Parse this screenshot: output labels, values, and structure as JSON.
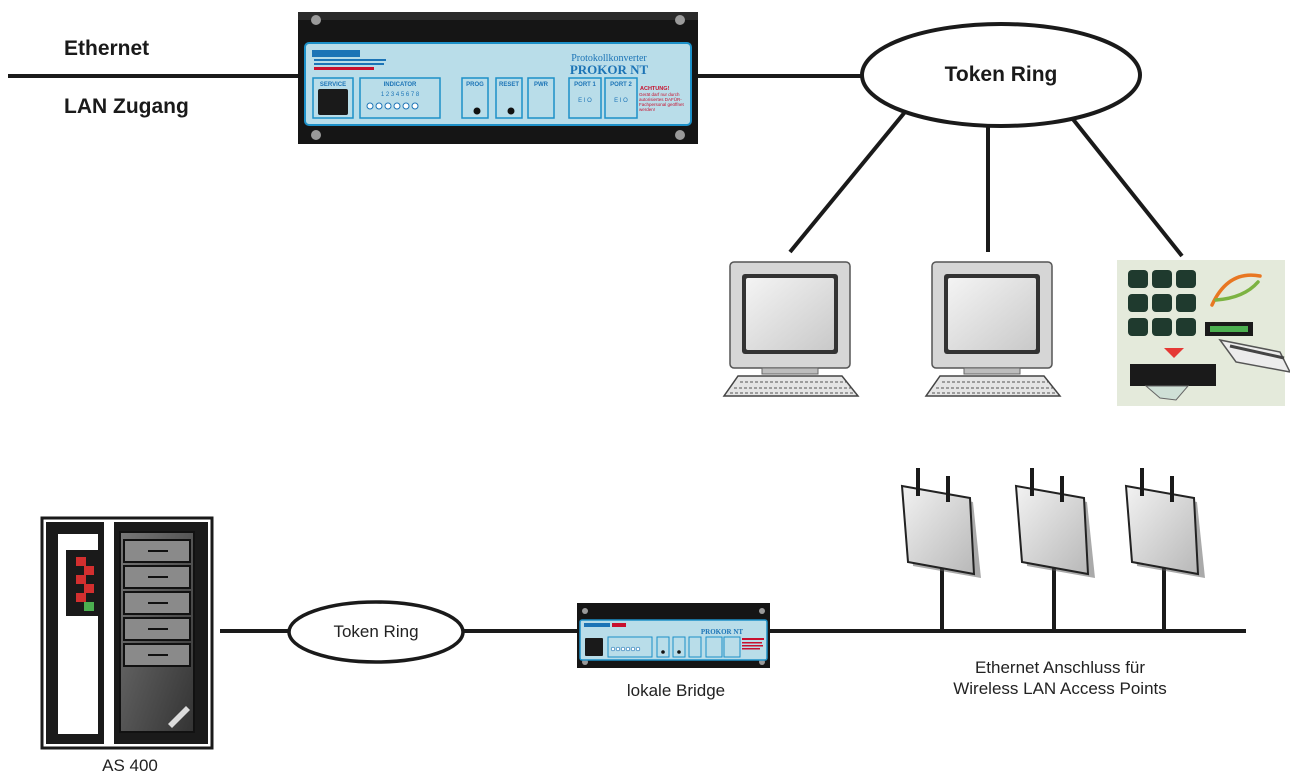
{
  "labels": {
    "ethernet": "Ethernet",
    "lan_zugang": "LAN Zugang",
    "token_ring_top": "Token Ring",
    "token_ring_bottom": "Token Ring",
    "lokale_bridge": "lokale Bridge",
    "ethernet_anschluss_line1": "Ethernet Anschluss für",
    "ethernet_anschluss_line2": "Wireless LAN Access Points",
    "as400": "AS 400"
  },
  "device": {
    "subtitle": "Protokollkonverter",
    "name": "PROKOR NT",
    "service": "SERVICE",
    "indicator": "INDICATOR",
    "indicator_numbers": "1 2 3 4 5 6 7 8",
    "prog": "PROG",
    "reset": "RESET",
    "pwr": "PWR",
    "port1": "PORT 1",
    "port2": "PORT 2",
    "port_io": "E I O",
    "warning_title": "ACHTUNG!",
    "warning_text": "Gerät darf nur durch autorisiertes DAFÜR-Fachpersonal geöffnet werden!"
  },
  "colors": {
    "device_body": "#111111",
    "panel": "#b9dde9",
    "panel_border": "#1c90c8",
    "device_text_blue": "#1c74b6",
    "warning_red": "#c8102e",
    "keypad_bg": "#e4eadb",
    "keypad_key": "#1f3a2e"
  }
}
